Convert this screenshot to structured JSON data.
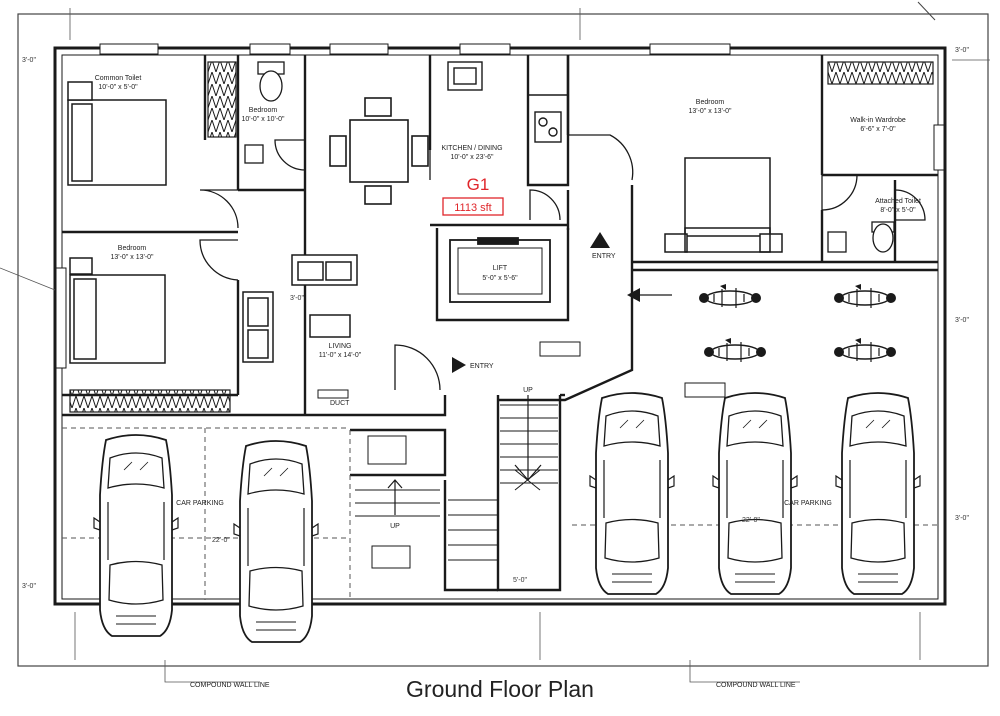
{
  "plan": {
    "caption": "Ground Floor Plan",
    "unit_id": "G1",
    "unit_area": "1113 sft",
    "accent_color": "#e0262b",
    "line_color": "#1a1a1a",
    "labels": {
      "common_toilet": "Common Toilet",
      "common_toilet_size": "10'-0\" x 5'-0\"",
      "bedroom_1": "Bedroom",
      "bedroom_1_size": "10'-0\" x 10'-0\"",
      "bedroom_2": "Bedroom",
      "bedroom_2_size": "13'-0\" x 13'-0\"",
      "kitchen_dining": "KITCHEN / DINING",
      "kitchen_dining_size": "10'-0\" x 23'-6\"",
      "walk_in": "Walk-in Wardrobe",
      "walk_in_size": "6'-6\" x 7'-0\"",
      "attached_toilet": "Attached Toilet",
      "attached_toilet_size": "8'-0\" x 5'-0\"",
      "lift": "LIFT",
      "lift_size": "5'-0\" x 5'-6\"",
      "living": "LIVING",
      "living_size": "11'-0\" x 14'-0\"",
      "entry": "ENTRY",
      "up": "UP",
      "stair_width": "5'-0\"",
      "car_parking": "CAR PARKING",
      "duct": "DUCT",
      "compound_wall_left": "COMPOUND WALL LINE",
      "compound_wall_right": "COMPOUND WALL LINE"
    },
    "dims": {
      "top_left": "3'-0\"",
      "top_right": "3'-0\"",
      "left_mid": "3'-0\"",
      "right_mid": "3'-0\"",
      "right_lower": "3'-0\"",
      "left_low": "3'-0\"",
      "parking_left": "22'-0\"",
      "parking_right": "22'-0\"",
      "passage": "5'-0\""
    }
  }
}
